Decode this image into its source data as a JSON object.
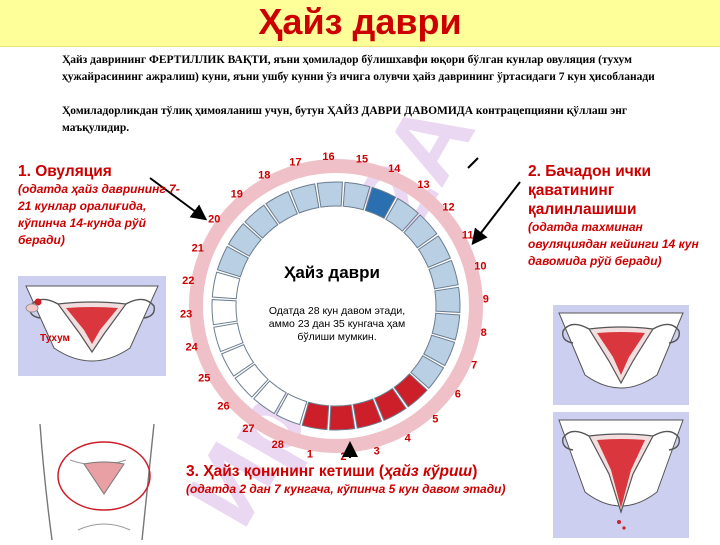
{
  "title": "Ҳайз даври",
  "watermark": "Ирода 2А",
  "intro": {
    "p1": "Ҳайз даврининг ФЕРТИЛЛИК ВАҚТИ, яъни ҳомиладор бўлишхавфи юқори бўлган кунлар овуляция (тухум ҳужайрасининг ажралиш) куни, яъни ушбу кунни ўз ичига олувчи ҳайз даврининг ўртасидаги 7 кун ҳисобланади",
    "p2": "Ҳомиладорликдан тўлиқ ҳимояланиш учун, бутун ҲАЙЗ ДАВРИ ДАВОМИДА контрацепцияни қўллаш энг маъқулидир."
  },
  "phase1": {
    "title": "1. Овуляция",
    "note": "(одатда ҳайз даврининг 7-21 кунлар оралиғида, кўпинча 14-кунда  рўй беради)",
    "egg_label": "Тухум"
  },
  "phase2": {
    "title": "2. Бачадон ички қаватининг қалинлашиши",
    "note": "(одатда тахминан овуляциядан кейинги 14 кун давомида рўй беради)"
  },
  "phase3": {
    "title_a": "3. Ҳайз қонининг кетиши (",
    "title_b": "ҳайз кўриш",
    "title_c": ")",
    "note": "(одатда 2 дан 7 кунгача, кўпинча 5 кун давом этади)"
  },
  "cycle": {
    "center_title": "Ҳайз даври",
    "center_note": "Одатда 28 кун давом этади, аммо 23 дан 35 кунгача ҳам бўлиши мумкин.",
    "total_days": 28,
    "ovulation_day": 14,
    "menstruation_days": [
      1,
      2,
      3,
      4,
      5
    ],
    "days": [
      "1",
      "2",
      "3",
      "4",
      "5",
      "6",
      "7",
      "8",
      "9",
      "10",
      "11",
      "12",
      "13",
      "14",
      "15",
      "16",
      "17",
      "18",
      "19",
      "20",
      "21",
      "22",
      "23",
      "24",
      "25",
      "26",
      "27",
      "28"
    ],
    "colors": {
      "menstruation": "#cc1f2a",
      "ovulation": "#2a6fb0",
      "fertile": "#b9cfe4",
      "luteal": "#ffffff",
      "ring": "#f0c0c8",
      "numbers": "#cc0000"
    }
  }
}
